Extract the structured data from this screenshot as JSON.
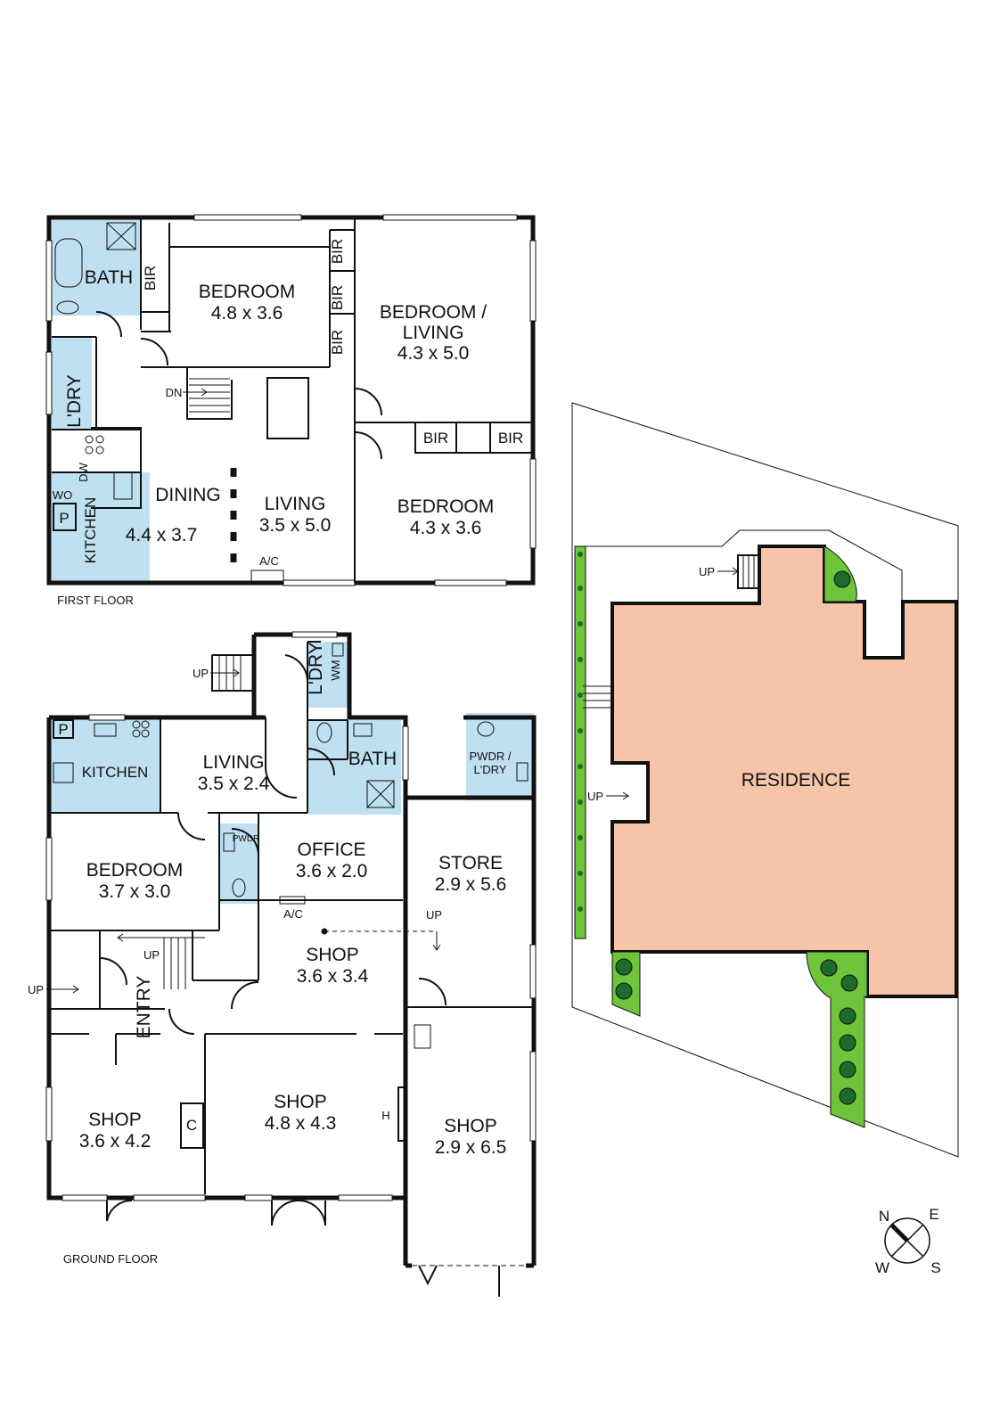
{
  "first_floor": {
    "title": "FIRST FLOOR",
    "rooms": {
      "bath": "BATH",
      "bir_a": "BIR",
      "bedroom1_name": "BEDROOM",
      "bedroom1_size": "4.8 x 3.6",
      "bir_b": "BIR",
      "bir_c": "BIR",
      "bir_d": "BIR",
      "bedroom_living_name1": "BEDROOM /",
      "bedroom_living_name2": "LIVING",
      "bedroom_living_size": "4.3 x 5.0",
      "laundry": "L'DRY",
      "dn": "DN",
      "bir_e": "BIR",
      "bir_f": "BIR",
      "dw": "DW",
      "wo": "WO",
      "p": "P",
      "kitchen": "KITCHEN",
      "dining_name": "DINING",
      "dining_size": "4.4 x 3.7",
      "living_name": "LIVING",
      "living_size": "3.5 x 5.0",
      "ac": "A/C",
      "bedroom2_name": "BEDROOM",
      "bedroom2_size": "4.3 x 3.6"
    }
  },
  "ground_floor": {
    "title": "GROUND FLOOR",
    "rooms": {
      "up_rear": "UP",
      "laundry": "L'DRY",
      "wm": "WM",
      "p": "P",
      "kitchen": "KITCHEN",
      "living_name": "LIVING",
      "living_size": "3.5 x 2.4",
      "bath": "BATH",
      "pwdr_ldry1": "PWDR /",
      "pwdr_ldry2": "L'DRY",
      "bedroom_name": "BEDROOM",
      "bedroom_size": "3.7 x 3.0",
      "pwdr": "PWDR",
      "office_name": "OFFICE",
      "office_size": "3.6 x 2.0",
      "store_name": "STORE",
      "store_size": "2.9 x 5.6",
      "ac": "A/C",
      "up_store": "UP",
      "up_entry": "UP",
      "up_stair": "UP",
      "entry": "ENTRY",
      "shop_a_name": "SHOP",
      "shop_a_size": "3.6 x 3.4",
      "shop_b_name": "SHOP",
      "shop_b_size": "3.6 x 4.2",
      "c": "C",
      "shop_c_name": "SHOP",
      "shop_c_size": "4.8 x 4.3",
      "h": "H",
      "shop_d_name": "SHOP",
      "shop_d_size": "2.9 x 6.5"
    }
  },
  "site_plan": {
    "residence": "RESIDENCE",
    "up_top": "UP",
    "up_side": "UP"
  },
  "compass": {
    "n": "N",
    "e": "E",
    "w": "W",
    "s": "S"
  },
  "colors": {
    "wet_area": "#bfe0f0",
    "residence": "#f6c4a8",
    "garden": "#6ec43a",
    "tree": "#1d6b2a"
  }
}
